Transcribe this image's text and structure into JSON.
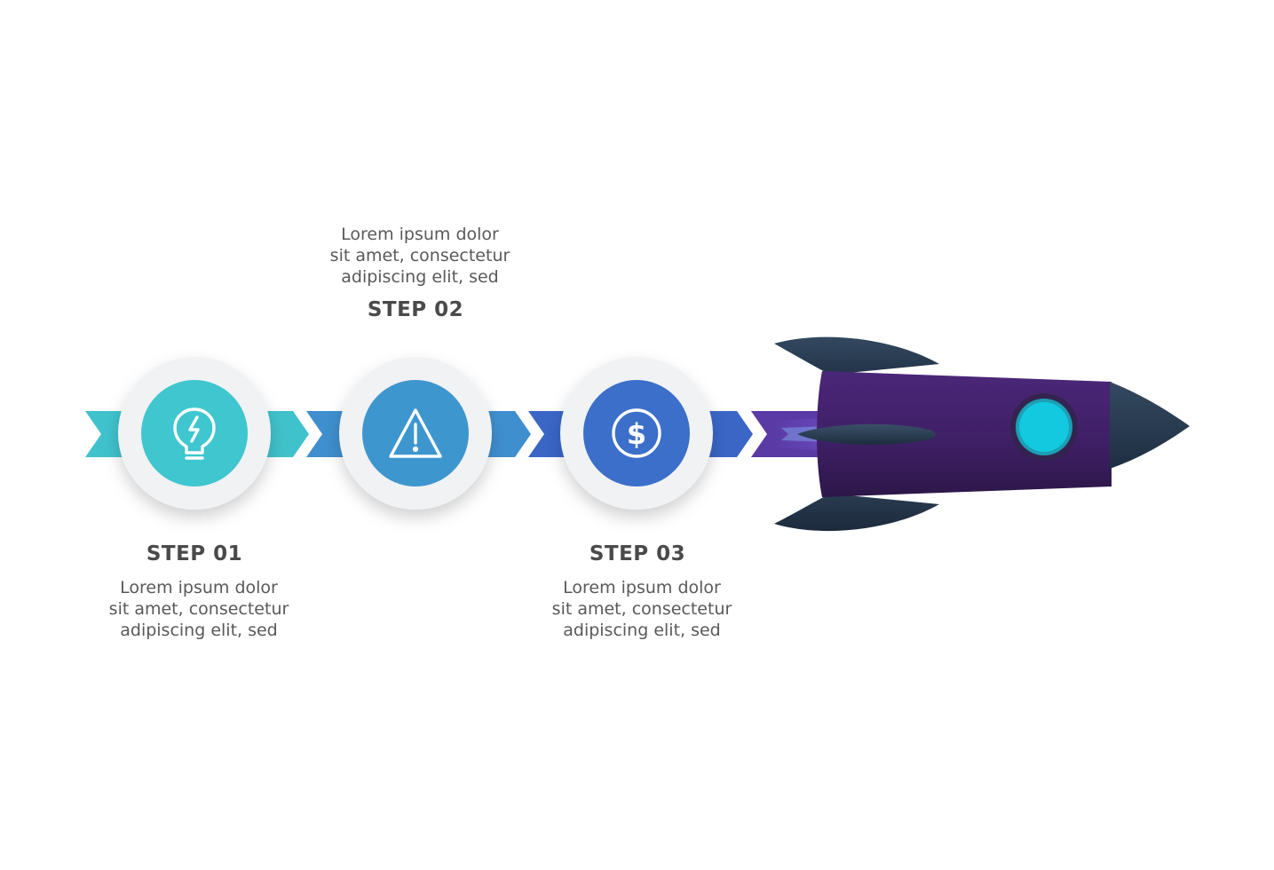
{
  "steps": [
    {
      "title": "STEP 01",
      "lines": [
        "Lorem ipsum dolor",
        "sit amet, consectetur",
        "adipiscing elit, sed"
      ],
      "icon": "lightbulb-icon",
      "color": "#3fc6cf",
      "text_position": "below"
    },
    {
      "title": "STEP 02",
      "lines": [
        "Lorem ipsum dolor",
        "sit amet, consectetur",
        "adipiscing elit, sed"
      ],
      "icon": "warning-icon",
      "color": "#3e96cf",
      "text_position": "above"
    },
    {
      "title": "STEP 03",
      "lines": [
        "Lorem ipsum dolor",
        "sit amet, consectetur",
        "adipiscing elit, sed"
      ],
      "icon": "dollar-icon",
      "color": "#3b6fc9",
      "text_position": "below"
    }
  ],
  "colors": {
    "arrow_1": "#40c2cc",
    "arrow_2": "#3f8fce",
    "arrow_3": "#3b66c6",
    "arrow_4": "#5a3aa5",
    "rocket_body": "#3f1f66",
    "rocket_fins": "#2b3d52",
    "rocket_window": "#12c9e0",
    "circle_outer": "#f1f2f3"
  }
}
